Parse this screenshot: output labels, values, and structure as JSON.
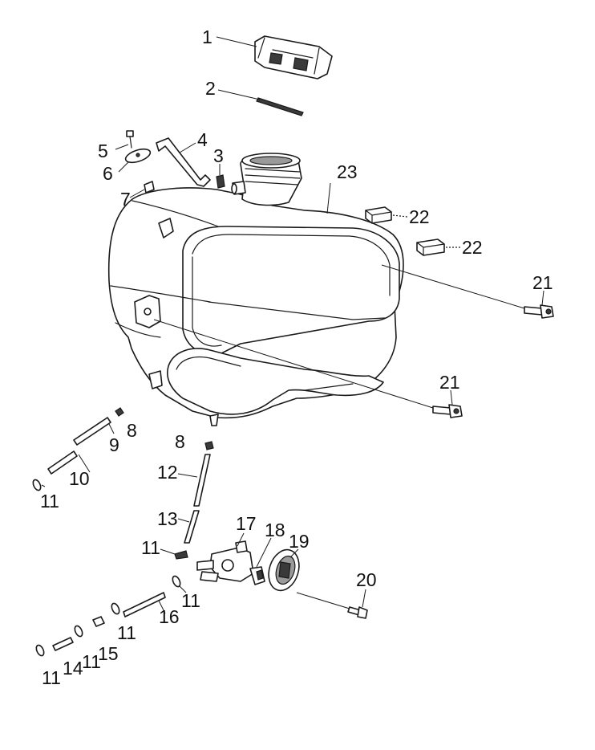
{
  "diagram": {
    "callouts": [
      "1",
      "2",
      "3",
      "4",
      "5",
      "6",
      "7",
      "8",
      "8",
      "9",
      "10",
      "11",
      "11",
      "11",
      "11",
      "11",
      "11",
      "12",
      "13",
      "14",
      "15",
      "16",
      "17",
      "18",
      "19",
      "20",
      "21",
      "21",
      "22",
      "22",
      "23"
    ]
  },
  "colors": {
    "line": "#1a1a1a",
    "background": "#ffffff",
    "fill_dark": "#3a3a3a"
  }
}
